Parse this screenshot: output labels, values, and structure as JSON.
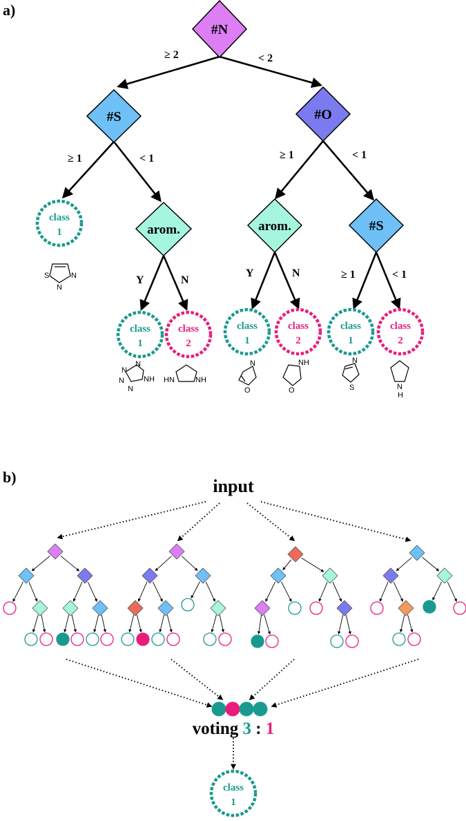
{
  "panels": {
    "a": "a)",
    "b": "b)"
  },
  "colors": {
    "purple": "#dd7ef5",
    "blue": "#6ec0f7",
    "violet": "#7b7bef",
    "mint": "#a6f5de",
    "red": "#ee6a5c",
    "orange": "#f59a5c",
    "teal": "#1a9a8e",
    "pink": "#ea1c7b"
  },
  "tree": {
    "root": {
      "label": "#N"
    },
    "edge_ge2": "≥ 2",
    "edge_lt2": "< 2",
    "left": {
      "label": "#S",
      "edge_ge1": "≥ 1",
      "edge_lt1": "< 1"
    },
    "right": {
      "label": "#O",
      "edge_ge1": "≥ 1",
      "edge_lt1": "< 1"
    },
    "arom_left": {
      "label": "arom.",
      "yes": "Y",
      "no": "N"
    },
    "arom_right": {
      "label": "arom.",
      "yes": "Y",
      "no": "N"
    },
    "s_right": {
      "label": "#S",
      "edge_ge1": "≥ 1",
      "edge_lt1": "< 1"
    },
    "class_word": "class",
    "class1": "1",
    "class2": "2"
  },
  "molecules": {
    "thiadiazole": [
      "S",
      "N",
      "N"
    ],
    "tetrazole": [
      "N",
      "N",
      "N",
      "N",
      "NH"
    ],
    "imidazolidine": [
      "HN",
      "NH"
    ],
    "oxazole": [
      "N",
      "O"
    ],
    "oxazolidine": [
      "NH",
      "O"
    ],
    "thiazole": [
      "N",
      "S"
    ],
    "pyrrolidine": [
      "N",
      "H"
    ]
  },
  "forest": {
    "input_label": "input",
    "voting_word": "voting",
    "votes_class1": "3",
    "separator": ":",
    "votes_class2": "1",
    "result_word": "class",
    "result_value": "1"
  }
}
